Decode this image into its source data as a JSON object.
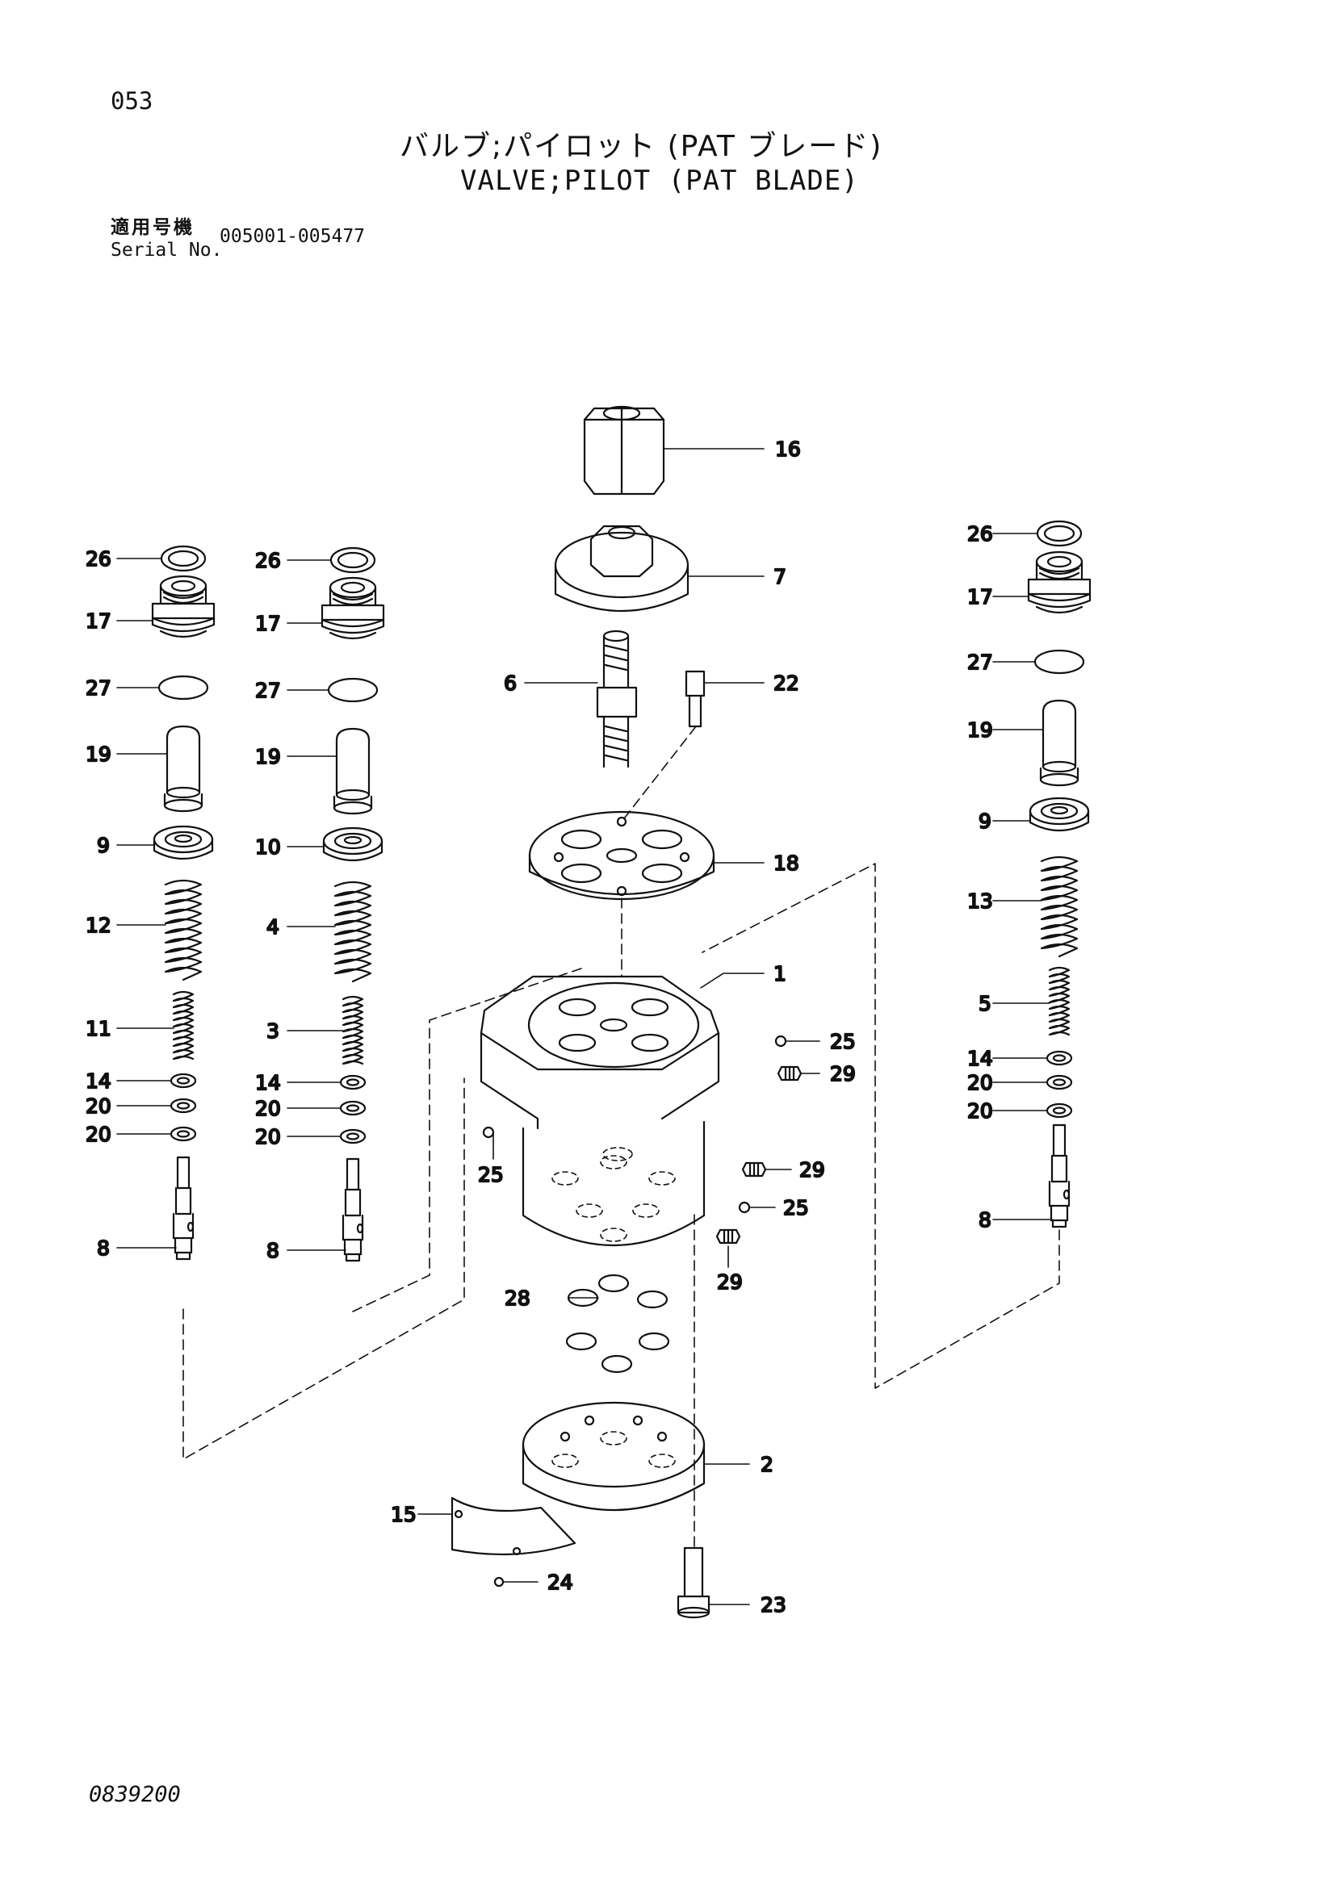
{
  "header": {
    "page_number": "053",
    "title_jp": "バルブ;パイロット (PAT ブレード)",
    "title_en": "VALVE;PILOT (PAT BLADE)",
    "serial_label_jp": "適用号機",
    "serial_label_en": "Serial No.",
    "serial_range": "005001-005477"
  },
  "footer": {
    "document_number": "0839200"
  },
  "callouts": {
    "c16": "16",
    "c7": "7",
    "c6": "6",
    "c22": "22",
    "c18": "18",
    "c1": "1",
    "c25a": "25",
    "c29a": "29",
    "c25b": "25",
    "c29b": "29",
    "c25c": "25",
    "c29c": "29",
    "c28": "28",
    "c2": "2",
    "c15": "15",
    "c24": "24",
    "c23": "23",
    "L26": "26",
    "L17": "17",
    "L27": "27",
    "L19": "19",
    "L9": "9",
    "L12": "12",
    "L11": "11",
    "L14": "14",
    "L20a": "20",
    "L20b": "20",
    "L8": "8",
    "M26": "26",
    "M17": "17",
    "M27": "27",
    "M19": "19",
    "M10": "10",
    "M4": "4",
    "M3": "3",
    "M14": "14",
    "M20a": "20",
    "M20b": "20",
    "M8": "8",
    "R26": "26",
    "R17": "17",
    "R27": "27",
    "R19": "19",
    "R9": "9",
    "R13": "13",
    "R5": "5",
    "R14": "14",
    "R20a": "20",
    "R20b": "20",
    "R8": "8"
  }
}
